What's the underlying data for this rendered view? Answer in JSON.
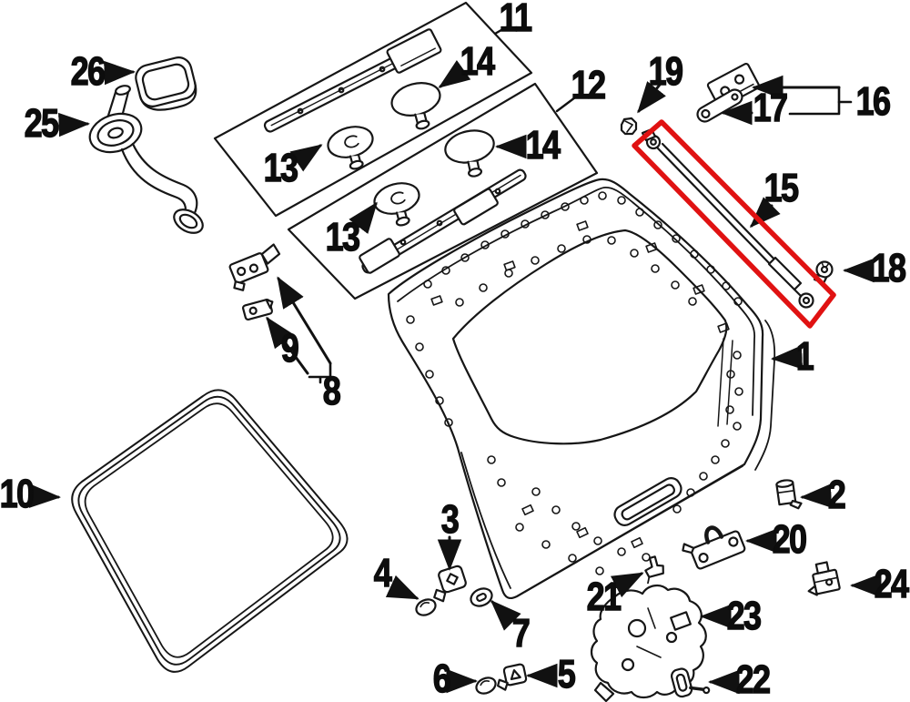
{
  "diagram": {
    "type": "exploded-parts-diagram",
    "background_color": "#ffffff",
    "line_color": "#161616",
    "highlight": {
      "color": "#e01212",
      "highlighted_callout": "15"
    },
    "callouts": [
      {
        "id": "c26",
        "label": "26"
      },
      {
        "id": "c25",
        "label": "25"
      },
      {
        "id": "c11",
        "label": "11"
      },
      {
        "id": "c14a",
        "label": "14"
      },
      {
        "id": "c13a",
        "label": "13"
      },
      {
        "id": "c12",
        "label": "12"
      },
      {
        "id": "c14b",
        "label": "14"
      },
      {
        "id": "c13b",
        "label": "13"
      },
      {
        "id": "c19",
        "label": "19"
      },
      {
        "id": "c17",
        "label": "17"
      },
      {
        "id": "c16",
        "label": "16"
      },
      {
        "id": "c15",
        "label": "15"
      },
      {
        "id": "c18",
        "label": "18"
      },
      {
        "id": "c1",
        "label": "1"
      },
      {
        "id": "c9",
        "label": "9"
      },
      {
        "id": "c8",
        "label": "8"
      },
      {
        "id": "c10",
        "label": "10"
      },
      {
        "id": "c2",
        "label": "2"
      },
      {
        "id": "c20",
        "label": "20"
      },
      {
        "id": "c3",
        "label": "3"
      },
      {
        "id": "c4",
        "label": "4"
      },
      {
        "id": "c24",
        "label": "24"
      },
      {
        "id": "c21",
        "label": "21"
      },
      {
        "id": "c7",
        "label": "7"
      },
      {
        "id": "c23",
        "label": "23"
      },
      {
        "id": "c6",
        "label": "6"
      },
      {
        "id": "c5",
        "label": "5"
      },
      {
        "id": "c22",
        "label": "22"
      }
    ]
  }
}
